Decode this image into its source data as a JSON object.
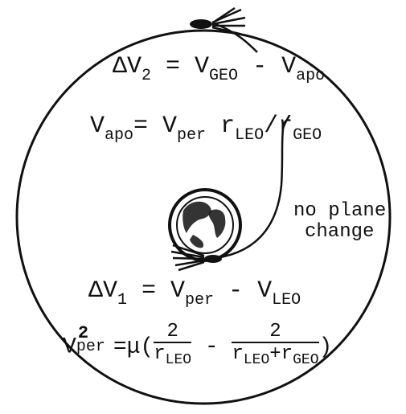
{
  "eq_dv2": {
    "delta": "ΔV",
    "two": "2",
    "eq": " = V",
    "geo": "GEO",
    "minus": " - V",
    "apo": "apo"
  },
  "eq_vapo": {
    "v": "V",
    "apo": "apo",
    "eq": "= V",
    "per": "per",
    "r1": " r",
    "leo": "LEO",
    "slash": "/r",
    "geo": "GEO"
  },
  "note": {
    "line1": "no plane",
    "line2": "change"
  },
  "eq_dv1": {
    "delta": "ΔV",
    "one": "1",
    "eq": " = V",
    "per": "per",
    "minus": " - V",
    "leo": "LEO"
  },
  "eq_vper2": {
    "v": "V",
    "sq": "2",
    "per": "per",
    "eq": "=μ(",
    "num1": "2",
    "r": "r",
    "leo": "LEO",
    "minus": " - ",
    "num2": "2",
    "r2": "r",
    "leo2": "LEO",
    "plus": "+r",
    "geo2": "GEO",
    "close": ")"
  }
}
